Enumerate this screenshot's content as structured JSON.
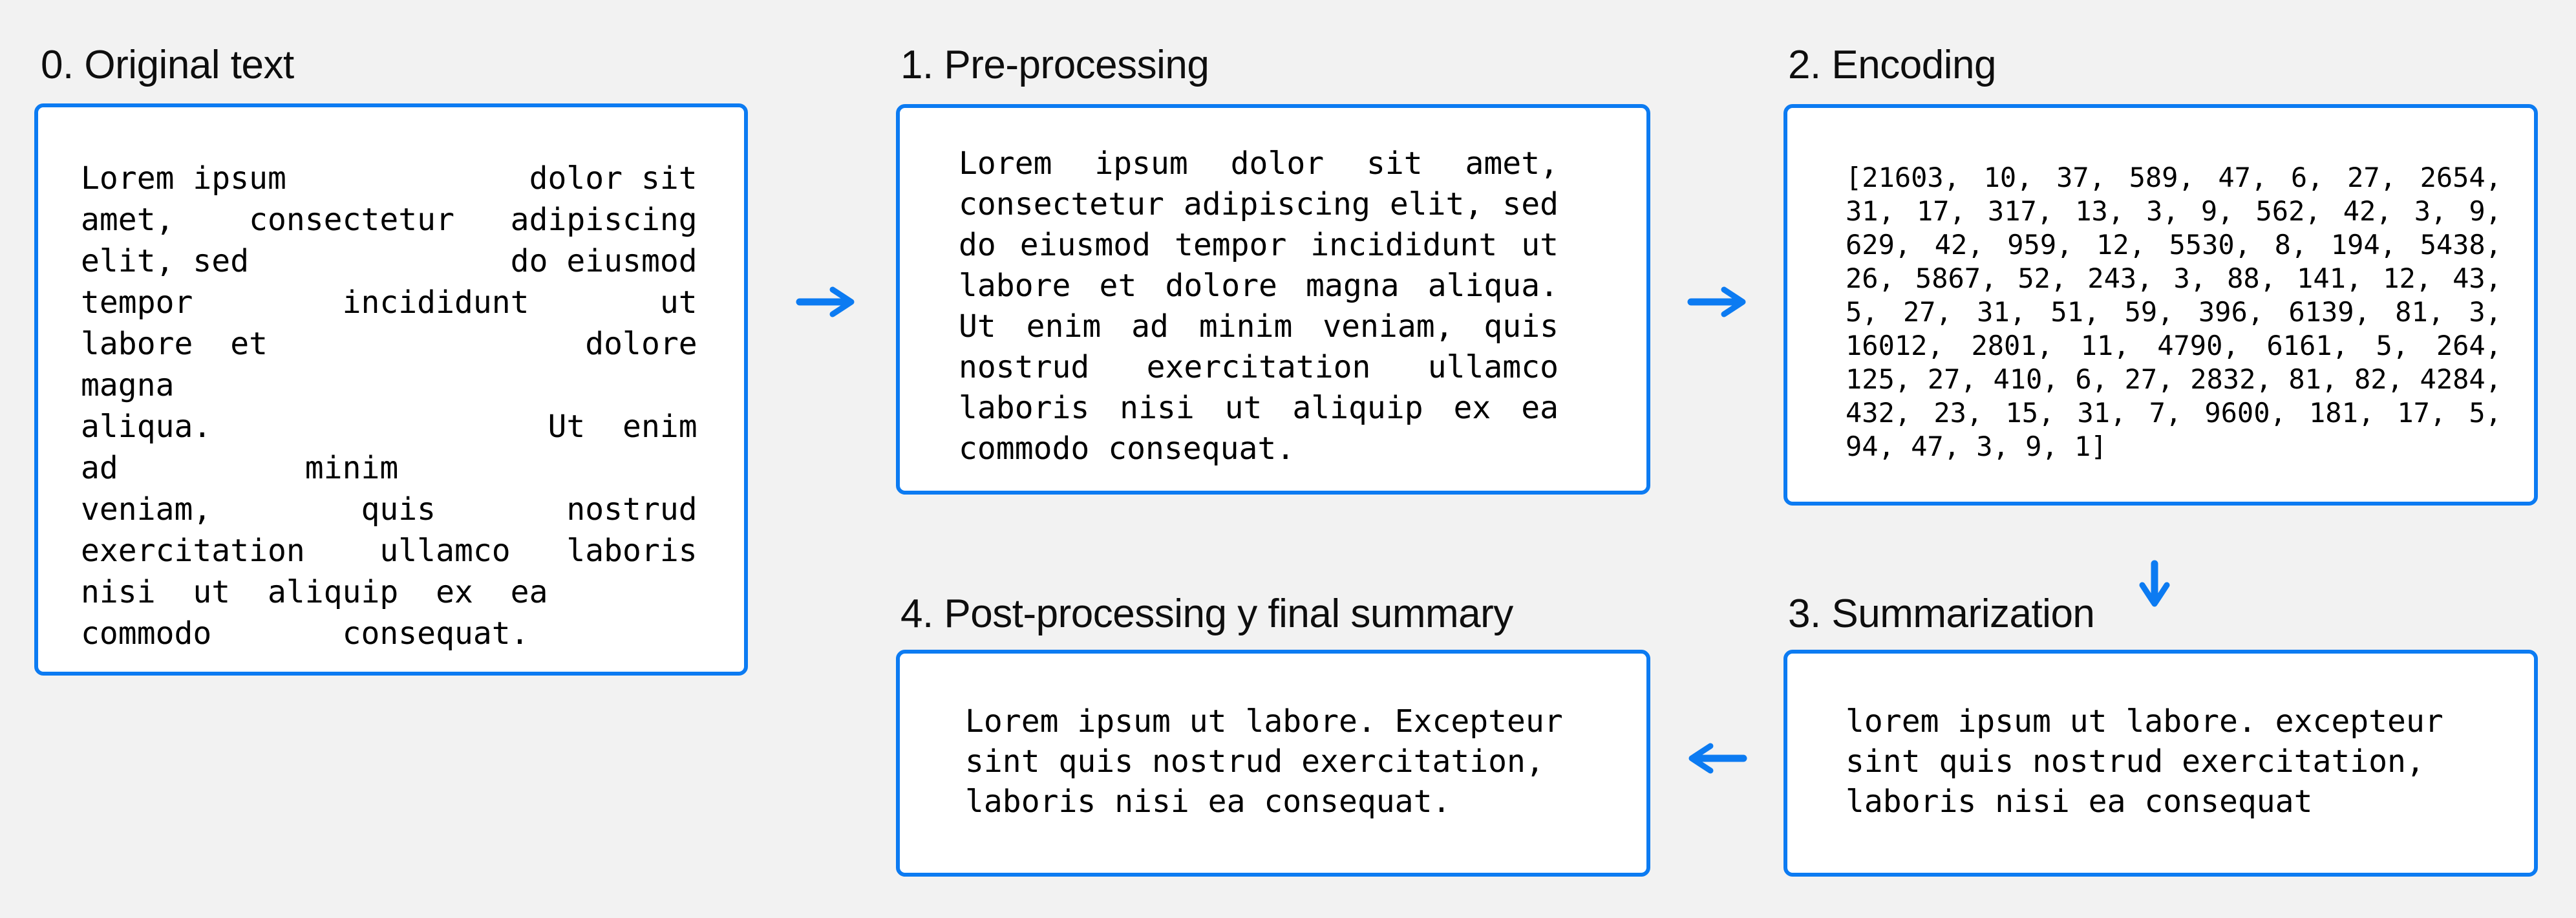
{
  "page": {
    "background_color": "#f2f2f2",
    "box_background_color": "#ffffff",
    "accent_blue": "#0c7bf2",
    "text_color": "#000000"
  },
  "stages": [
    {
      "id": "original",
      "title": "0. Original text",
      "lines": [
        "Lorem ipsum             dolor sit",
        "amet,    consectetur   adipiscing",
        "elit, sed              do eiusmod",
        "tempor        incididunt       ut",
        "labore  et                 dolore",
        "magna",
        "aliqua.                  Ut  enim",
        "ad          minim",
        "veniam,        quis       nostrud",
        "exercitation    ullamco   laboris",
        "nisi  ut  aliquip  ex  ea",
        "commodo       consequat."
      ]
    },
    {
      "id": "preprocessing",
      "title": "1. Pre-processing",
      "lines": [
        "Lorem ipsum dolor sit amet,",
        "consectetur adipiscing elit, sed",
        "do eiusmod tempor incididunt ut",
        "labore et dolore magna aliqua.",
        "Ut enim ad minim veniam, quis",
        "nostrud exercitation ullamco",
        "laboris nisi ut aliquip ex ea",
        "commodo consequat."
      ]
    },
    {
      "id": "encoding",
      "title": "2. Encoding",
      "lines": [
        "[21603, 10, 37, 589, 47, 6, 27, 2654,",
        "31, 17, 317, 13, 3, 9, 562, 42, 3, 9,",
        "629, 42, 959, 12, 5530, 8, 194, 5438,",
        "26, 5867, 52, 243, 3, 88, 141, 12, 43,",
        "5, 27, 31, 51, 59, 396, 6139, 81, 3,",
        "16012, 2801, 11, 4790, 6161, 5, 264,",
        "125, 27, 410, 6, 27, 2832, 81, 82, 4284,",
        "432, 23, 15, 31, 7, 9600, 181, 17, 5,",
        "94, 47, 3, 9, 1]"
      ]
    },
    {
      "id": "summarization",
      "title": "3. Summarization",
      "lines": [
        "lorem ipsum ut labore. excepteur",
        "sint quis nostrud exercitation,",
        "laboris nisi ea consequat"
      ]
    },
    {
      "id": "postprocessing",
      "title": "4. Post-processing y final summary",
      "lines": [
        "Lorem ipsum ut labore. Excepteur",
        "sint quis nostrud exercitation,",
        "laboris nisi ea consequat."
      ]
    }
  ],
  "arrows": [
    {
      "name": "arrow-original-to-preprocessing",
      "direction": "right"
    },
    {
      "name": "arrow-preprocessing-to-encoding",
      "direction": "right"
    },
    {
      "name": "arrow-encoding-to-summarization",
      "direction": "down"
    },
    {
      "name": "arrow-summarization-to-postprocessing",
      "direction": "left"
    }
  ]
}
